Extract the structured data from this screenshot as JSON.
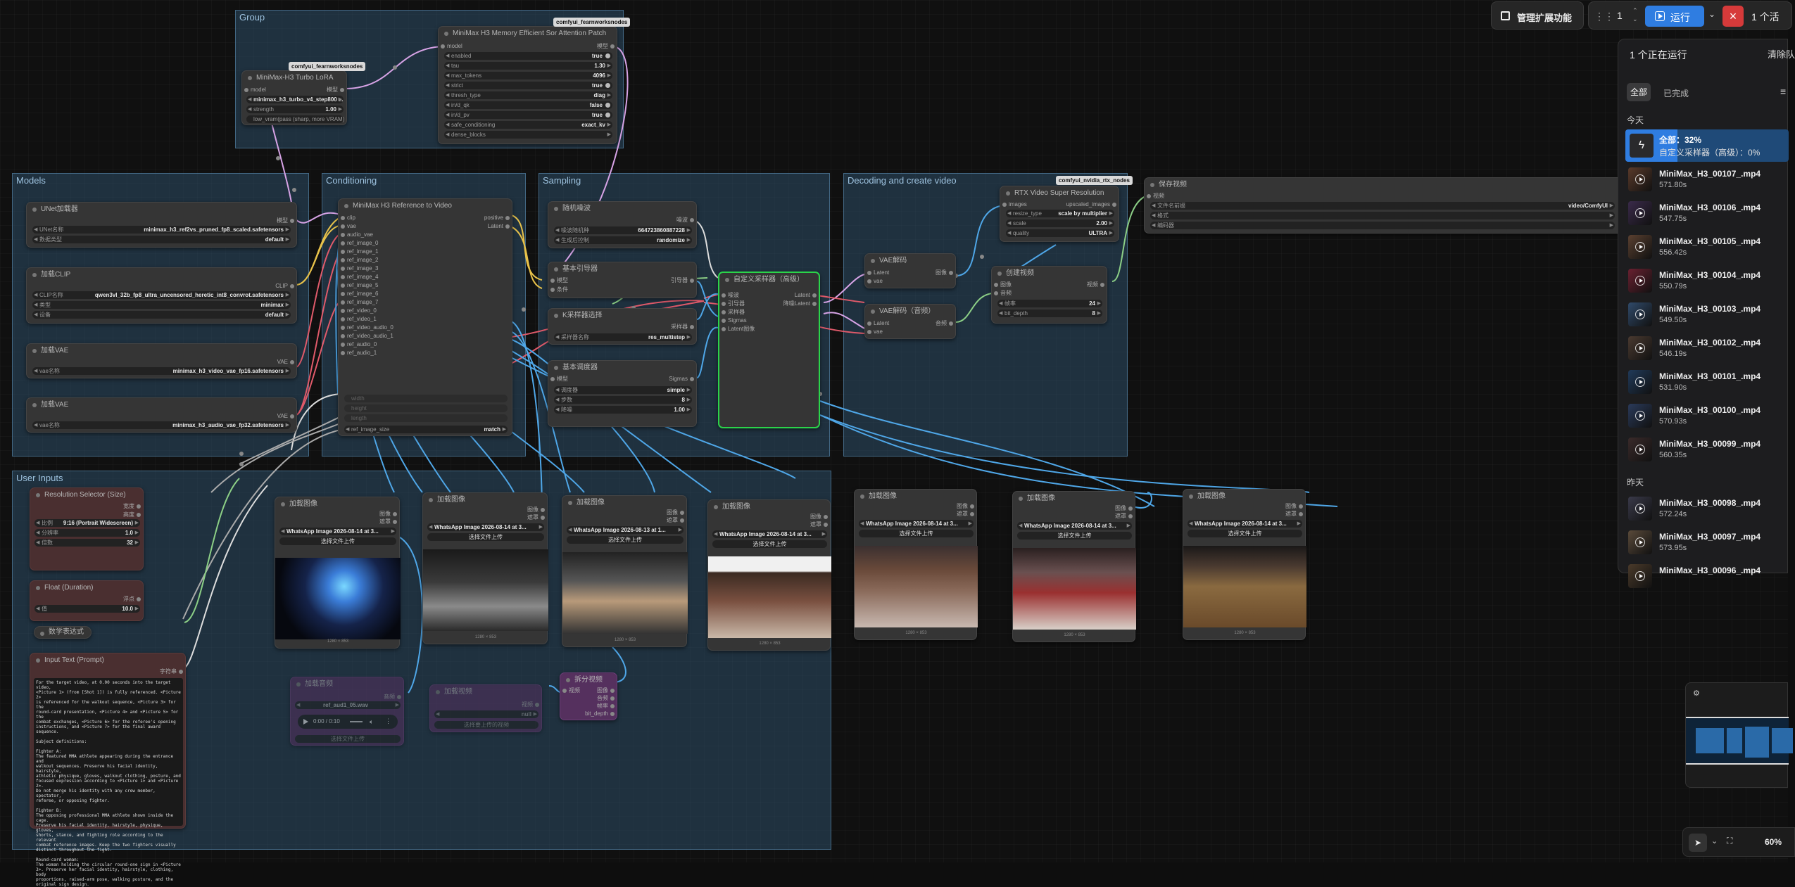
{
  "toolbar": {
    "manage_ext": "管理扩展功能",
    "run_count": "1",
    "run_label": "运行",
    "queue_count_label": "1 个活",
    "zoom": "60%"
  },
  "groups": {
    "group": "Group",
    "models": "Models",
    "conditioning": "Conditioning",
    "sampling": "Sampling",
    "decoding": "Decoding and create video",
    "user_inputs": "User Inputs"
  },
  "badges": {
    "fearnworks1": "comfyui_fearnworksnodes",
    "fearnworks2": "comfyui_fearnworksnodes",
    "nvidia": "comfyui_nvidia_rtx_nodes"
  },
  "nodes": {
    "attn": {
      "title": "MiniMax H3 Memory Efficient Sor Attention Patch",
      "in_model": "model",
      "out_model": "模型",
      "w": [
        {
          "l": "enabled",
          "v": "true"
        },
        {
          "l": "tau",
          "v": "1.30"
        },
        {
          "l": "max_tokens",
          "v": "4096"
        },
        {
          "l": "strict",
          "v": "true"
        },
        {
          "l": "thresh_type",
          "v": "diag"
        },
        {
          "l": "in/d_qk",
          "v": "false"
        },
        {
          "l": "in/d_pv",
          "v": "true"
        },
        {
          "l": "safe_conditioning",
          "v": "exact_kv"
        },
        {
          "l": "dense_blocks",
          "v": ""
        }
      ]
    },
    "lora": {
      "title": "MiniMax-H3 Turbo LoRA",
      "in_model": "model",
      "out_model": "模型",
      "w_name": "minimax_h3_turbo_v4_step800 ...",
      "w_strength_l": "strength",
      "w_strength_v": "1.00",
      "w_note": "low_vram(pass (sharp, more VRAM)"
    },
    "unet": {
      "title": "UNet加载器",
      "out": "模型",
      "w1_l": "UNet名称",
      "w1_v": "minimax_h3_ref2vs_pruned_fp8_scaled.safetensors",
      "w2_l": "数据类型",
      "w2_v": "default"
    },
    "clip": {
      "title": "加载CLIP",
      "out": "CLIP",
      "w1_l": "CLIP名称",
      "w1_v": "qwen3vl_32b_fp8_ultra_uncensored_heretic_int8_convrot.safetensors",
      "w2_l": "类型",
      "w2_v": "minimax",
      "w3_l": "设备",
      "w3_v": "default"
    },
    "vae1": {
      "title": "加载VAE",
      "out": "VAE",
      "w1_l": "vae名称",
      "w1_v": "minimax_h3_video_vae_fp16.safetensors"
    },
    "vae2": {
      "title": "加载VAE",
      "out": "VAE",
      "w1_l": "vae名称",
      "w1_v": "minimax_h3_audio_vae_fp32.safetensors"
    },
    "ref": {
      "title": "MiniMax H3 Reference to Video",
      "inputs": [
        "clip",
        "vae",
        "audio_vae",
        "ref_image_0",
        "ref_image_1",
        "ref_image_2",
        "ref_image_3",
        "ref_image_4",
        "ref_image_5",
        "ref_image_6",
        "ref_image_7",
        "ref_video_0",
        "ref_video_1",
        "ref_video_audio_0",
        "ref_video_audio_1",
        "ref_audio_0",
        "ref_audio_1"
      ],
      "out_pos": "positive",
      "out_lat": "Latent",
      "dim_inputs": [
        "width",
        "height",
        "length"
      ],
      "w_l": "ref_image_size",
      "w_v": "match"
    },
    "noise": {
      "title": "随机噪波",
      "out": "噪波",
      "w1_l": "噪波随机种",
      "w1_v": "664723860887228",
      "w2_l": "生成后控制",
      "w2_v": "randomize"
    },
    "guider": {
      "title": "基本引导器",
      "in1": "模型",
      "in2": "条件",
      "out": "引导器"
    },
    "ksel": {
      "title": "K采样器选择",
      "out": "采样器",
      "w1_l": "采样器名称",
      "w1_v": "res_multistep"
    },
    "sched": {
      "title": "基本调度器",
      "in1": "模型",
      "out": "Sigmas",
      "w1_l": "调度器",
      "w1_v": "simple",
      "w2_l": "步数",
      "w2_v": "8",
      "w3_l": "降噪",
      "w3_v": "1.00"
    },
    "sampler": {
      "title": "自定义采样器（高级）",
      "ins": [
        "噪波",
        "引导器",
        "采样器",
        "Sigmas",
        "Latent图像"
      ],
      "out1": "Latent",
      "out2": "降噪Latent"
    },
    "vaedec1": {
      "title": "VAE解码",
      "in1": "Latent",
      "in2": "vae",
      "out": "图像"
    },
    "vaedec2": {
      "title": "VAE解码（音频）",
      "in1": "Latent",
      "in2": "vae",
      "out": "音频"
    },
    "rtx": {
      "title": "RTX Video Super Resolution",
      "in": "images",
      "out": "upscaled_images",
      "w1_l": "resize_type",
      "w1_v": "scale by multiplier",
      "w2_l": "scale",
      "w2_v": "2.00",
      "w3_l": "quality",
      "w3_v": "ULTRA"
    },
    "create": {
      "title": "创建视频",
      "in1": "图像",
      "in2": "音频",
      "out": "视频",
      "w1_l": "帧率",
      "w1_v": "24",
      "w2_l": "bit_depth",
      "w2_v": "8"
    },
    "save": {
      "title": "保存视频",
      "in": "视频",
      "w1_l": "文件名前缀",
      "w1_v": "video/ComfyUI",
      "w2_l": "格式",
      "w3_l": "编码器"
    },
    "resolution": {
      "title": "Resolution Selector (Size)",
      "out1": "宽度",
      "out2": "高度",
      "w1_l": "比例",
      "w1_v": "9:16 (Portrait Widescreen)",
      "w2_l": "分辨率",
      "w2_v": "1.0",
      "w3_l": "倍数",
      "w3_v": "32"
    },
    "float": {
      "title": "Float (Duration)",
      "out": "浮点",
      "w1_l": "值",
      "w1_v": "10.0"
    },
    "math": {
      "title": "数学表达式"
    },
    "prompt": {
      "title": "Input Text (Prompt)",
      "out": "字符串",
      "text": "For the target video, at 0.00 seconds into the target video,\n<Picture 1> (from [Shot 1]) is fully referenced. <Picture 2>\nis referenced for the walkout sequence, <Picture 3> for the\nround-card presentation, <Picture 4> and <Picture 5> for the\ncombat exchanges, <Picture 6> for the referee's opening\ninstructions, and <Picture 7> for the final award sequence.\n\nSubject definitions:\n\nFighter A:\nThe featured MMA athlete appearing during the entrance and\nwalkout sequences. Preserve his facial identity, hairstyle,\nathletic physique, gloves, walkout clothing, posture, and\nfocused expression according to <Picture 1> and <Picture 2>.\nDo not merge his identity with any crew member, spectator,\nreferee, or opposing fighter.\n\nFighter B:\nThe opposing professional MMA athlete shown inside the cage.\nPreserve his facial identity, hairstyle, physique, gloves,\nshorts, stance, and fighting role according to the relevant\ncombat reference images. Keep the two fighters visually\ndistinct throughout the fight.\n\nRound-card woman:\nThe woman holding the circular round-one sign in <Picture\n3>. Preserve her facial identity, hairstyle, clothing, body\nproportions, raised-arm pose, walking posture, and the\noriginal sign design."
    },
    "load_images": [
      {
        "title": "加载图像",
        "file": "WhatsApp Image 2026-08-14 at 3...",
        "upload": "选择文件上传",
        "cap": "1280 × 853",
        "out1": "图像",
        "out2": "遮罩"
      },
      {
        "title": "加载图像",
        "file": "WhatsApp Image 2026-08-14 at 3...",
        "upload": "选择文件上传",
        "cap": "1280 × 853",
        "out1": "图像",
        "out2": "遮罩"
      },
      {
        "title": "加载图像",
        "file": "WhatsApp Image 2026-08-13 at 1...",
        "upload": "选择文件上传",
        "cap": "1280 × 853",
        "out1": "图像",
        "out2": "遮罩"
      },
      {
        "title": "加载图像",
        "file": "WhatsApp Image 2026-08-14 at 3...",
        "upload": "选择文件上传",
        "cap": "1280 × 853",
        "out1": "图像",
        "out2": "遮罩"
      },
      {
        "title": "加载图像",
        "file": "WhatsApp Image 2026-08-14 at 3...",
        "upload": "选择文件上传",
        "cap": "1280 × 853",
        "out1": "图像",
        "out2": "遮罩"
      },
      {
        "title": "加载图像",
        "file": "WhatsApp Image 2026-08-14 at 3...",
        "upload": "选择文件上传",
        "cap": "1280 × 853",
        "out1": "图像",
        "out2": "遮罩"
      },
      {
        "title": "加载图像",
        "file": "WhatsApp Image 2026-08-14 at 3...",
        "upload": "选择文件上传",
        "cap": "1280 × 853",
        "out1": "图像",
        "out2": "遮罩"
      }
    ],
    "audio": {
      "title": "加载音频",
      "w1_v": "ref_aud1_05.wav",
      "time": "0:00 / 0:10",
      "upload": "选择文件上传",
      "out": "音频"
    },
    "video_in": {
      "title": "加载视频",
      "w1_v": "null",
      "upload": "选择要上传的视频",
      "out": "视频"
    },
    "split": {
      "title": "拆分视频",
      "in": "视频",
      "outs": [
        "图像",
        "音频",
        "帧率",
        "bit_depth"
      ]
    }
  },
  "queue": {
    "header": "1 个正在运行",
    "clear": "清除队",
    "tab_all": "全部",
    "tab_done": "已完成",
    "today": "今天",
    "running_title": "全部：32%",
    "running_sub": "自定义采样器（高级）：0%",
    "yesterday": "昨天",
    "items_today": [
      {
        "name": "MiniMax_H3_00107_.mp4",
        "time": "571.80s"
      },
      {
        "name": "MiniMax_H3_00106_.mp4",
        "time": "547.75s"
      },
      {
        "name": "MiniMax_H3_00105_.mp4",
        "time": "556.42s"
      },
      {
        "name": "MiniMax_H3_00104_.mp4",
        "time": "550.79s"
      },
      {
        "name": "MiniMax_H3_00103_.mp4",
        "time": "549.50s"
      },
      {
        "name": "MiniMax_H3_00102_.mp4",
        "time": "546.19s"
      },
      {
        "name": "MiniMax_H3_00101_.mp4",
        "time": "531.90s"
      },
      {
        "name": "MiniMax_H3_00100_.mp4",
        "time": "570.93s"
      },
      {
        "name": "MiniMax_H3_00099_.mp4",
        "time": "560.35s"
      }
    ],
    "items_yesterday": [
      {
        "name": "MiniMax_H3_00098_.mp4",
        "time": "572.24s"
      },
      {
        "name": "MiniMax_H3_00097_.mp4",
        "time": "573.95s"
      },
      {
        "name": "MiniMax_H3_00096_.mp4",
        "time": ""
      }
    ]
  },
  "colors": {
    "accent_blue": "#2f7de1",
    "selected_green": "#2bd34a",
    "wire_blue": "#4fa7e8",
    "wire_red": "#e05a6a",
    "wire_yellow": "#e8c24a",
    "wire_pink": "#d7a3e6",
    "wire_green": "#8ccf86"
  },
  "icons": [
    "puzzle-icon",
    "play-icon",
    "close-icon",
    "menu-icon",
    "pointer-icon",
    "fit-view-icon",
    "bolt-icon",
    "filter-icon"
  ]
}
